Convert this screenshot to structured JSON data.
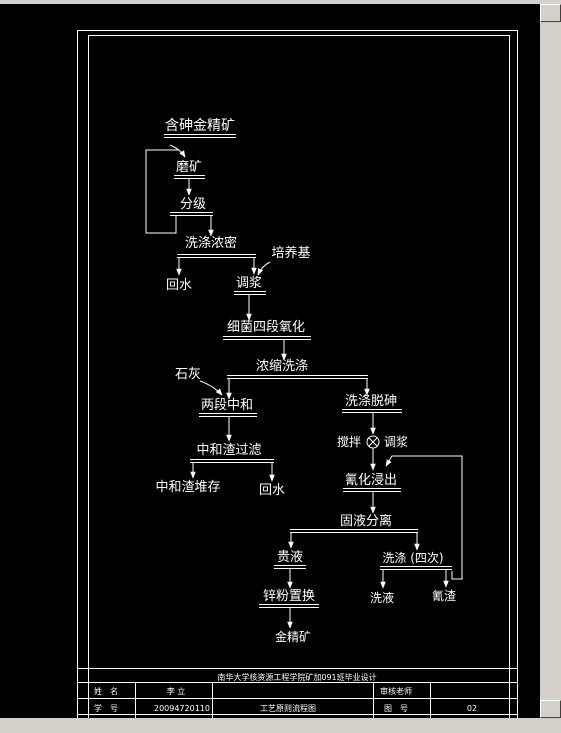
{
  "title_block": {
    "school_line": "南华大学核资源工程学院矿加091班毕业设计",
    "name_label": "姓　名",
    "name_value": "李 立",
    "id_label": "学　号",
    "id_value": "20094720110",
    "drawing_title": "工艺原则流程图",
    "reviewer_label": "审核老师",
    "drawing_no_label": "图　号",
    "drawing_no_value": "02"
  },
  "flow": {
    "n1": "含砷金精矿",
    "n2": "磨矿",
    "n3": "分级",
    "n4": "洗涤浓密",
    "n5": "培养基",
    "n6": "回水",
    "n7": "调浆",
    "n8": "细菌四段氧化",
    "n9": "浓缩洗涤",
    "n10": "石灰",
    "n11": "两段中和",
    "n12": "洗涤脱砷",
    "n13": "中和渣过滤",
    "n14": "搅拌",
    "n15": "调浆",
    "n16": "中和渣堆存",
    "n17": "回水",
    "n18": "氰化浸出",
    "n19": "固液分离",
    "n20": "贵液",
    "n21": "洗涤 (四次)",
    "n22": "锌粉置换",
    "n23": "洗液",
    "n24": "氰渣",
    "n25": "金精矿"
  }
}
